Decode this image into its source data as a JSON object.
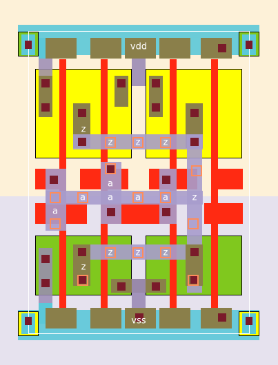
{
  "net_labels": {
    "vdd": "vdd",
    "vss": "vss",
    "z": "z",
    "a": "a"
  },
  "colors": {
    "nwell": "#fdf1d8",
    "pwell": "#e6e2ee",
    "p_diffusion": "#ffff00",
    "n_diffusion": "#80c81e",
    "diffusion_outline": "#000000",
    "poly": "#ff2a12",
    "metal1": "#9a8bb5",
    "metal1_overlay": "#a79ccc",
    "metal2": "#5bc8d8",
    "contact_pad": "#8a7f4a",
    "contact": "#7a1a2a",
    "via": "#ff8c5a",
    "cell_boundary": "#ffffff",
    "label_text": "#ffffff"
  }
}
